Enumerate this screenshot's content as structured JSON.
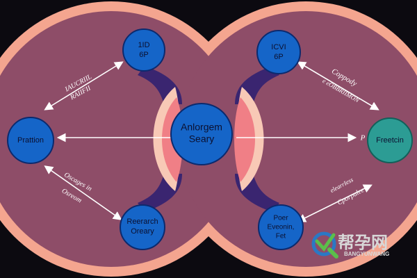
{
  "colors": {
    "background": "#0c0a10",
    "outer_ring": "#f4a58f",
    "inner_field": "#8e4d68",
    "node_blue": "#1565c8",
    "node_teal": "#2c9c94",
    "band": "#3a2570",
    "center_lobe": "#f07f86",
    "arrow": "#ffffff"
  },
  "nodes": {
    "center": {
      "lines": [
        "Anlorgem",
        "Seary"
      ]
    },
    "top_left": {
      "lines": [
        "1ID",
        "6P"
      ]
    },
    "top_right": {
      "lines": [
        "ICVI",
        "6P"
      ]
    },
    "left": {
      "lines": [
        "Prattion"
      ]
    },
    "right": {
      "lines": [
        "Freetcin"
      ]
    },
    "bottom_left": {
      "lines": [
        "Reerarch",
        "Oreary"
      ]
    },
    "bottom_right": {
      "lines": [
        "Poer",
        "Eveonin,",
        "Fet"
      ]
    }
  },
  "labels": {
    "top_left": [
      "IAUCRIIL",
      "RAIIFII"
    ],
    "top_right": [
      "Coppody",
      "e eOBBRIIMON"
    ],
    "bottom_left": [
      "Oscages in",
      "Osreom"
    ],
    "bottom_right": [
      "elearrIess",
      "Cporpulee"
    ],
    "right_p": "P"
  },
  "watermark": {
    "title": "帮孕网",
    "subtitle": "BANGYUNWANG"
  }
}
